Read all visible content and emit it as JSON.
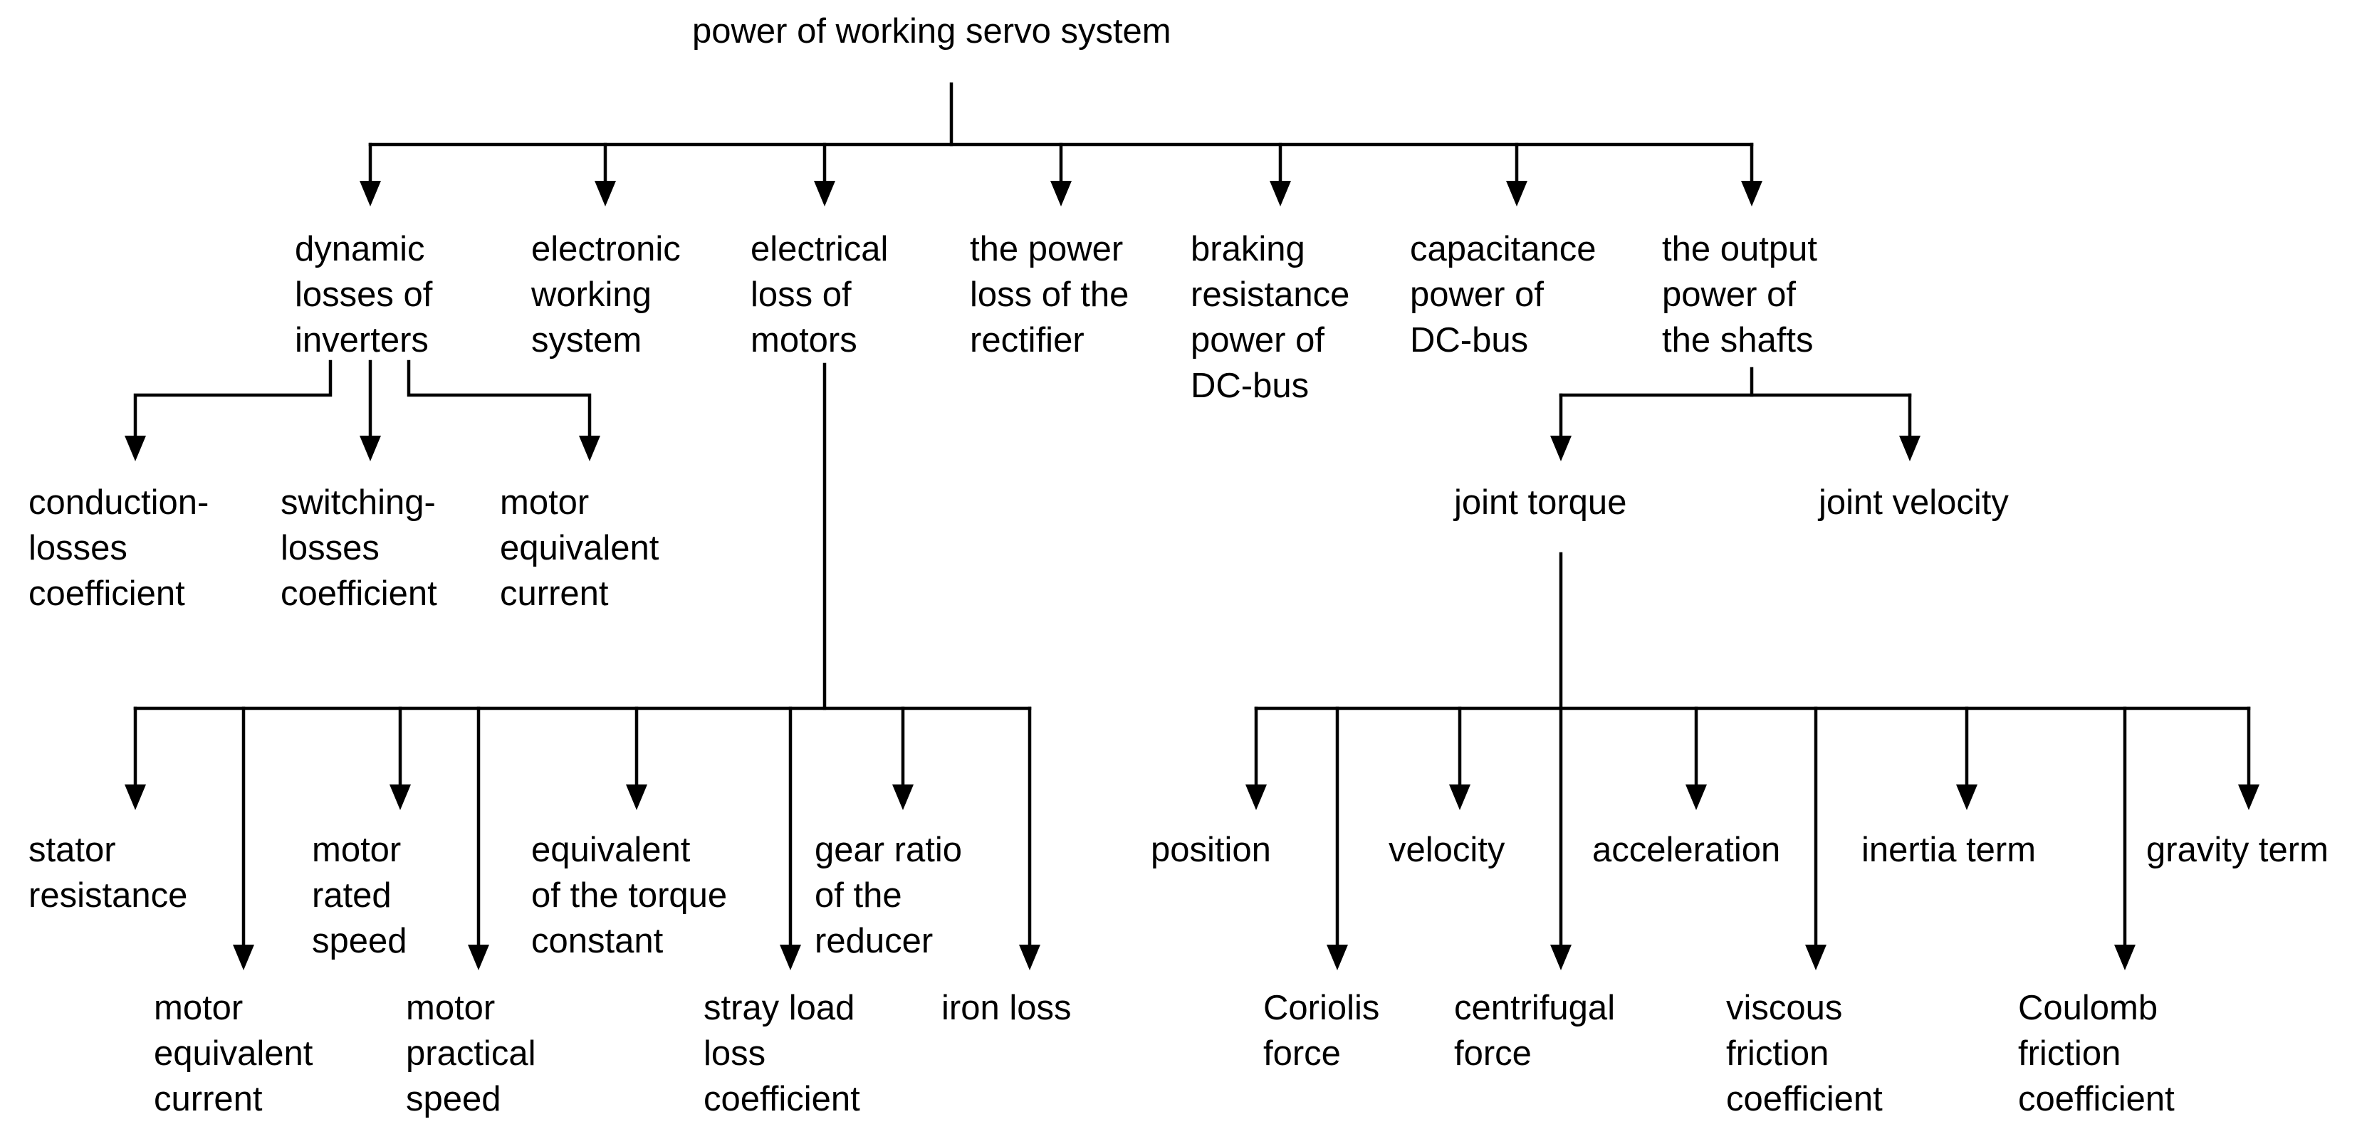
{
  "nodes": {
    "root": [
      "power of working servo system"
    ],
    "dynamic_losses": [
      "dynamic",
      "losses of",
      "inverters"
    ],
    "electronic_working": [
      "electronic",
      "working",
      "system"
    ],
    "electrical_loss": [
      "electrical",
      "loss of",
      "motors"
    ],
    "rectifier_loss": [
      "the power",
      "loss of the",
      "rectifier"
    ],
    "braking_resistance": [
      "braking",
      "resistance",
      "power of",
      "DC-bus"
    ],
    "capacitance_power": [
      "capacitance",
      "power of",
      "DC-bus"
    ],
    "output_power": [
      "the output",
      "power of",
      "the shafts"
    ],
    "conduction_losses": [
      "conduction-",
      "losses",
      "coefficient"
    ],
    "switching_losses": [
      "switching-",
      "losses",
      "coefficient"
    ],
    "motor_equiv_current_top": [
      "motor",
      "equivalent",
      "current"
    ],
    "joint_torque": [
      "joint torque"
    ],
    "joint_velocity": [
      "joint velocity"
    ],
    "stator_resistance": [
      "stator",
      "resistance"
    ],
    "motor_equiv_current": [
      "motor",
      "equivalent",
      "current"
    ],
    "motor_rated_speed": [
      "motor",
      "rated",
      "speed"
    ],
    "motor_practical_speed": [
      "motor",
      "practical",
      "speed"
    ],
    "torque_constant": [
      "equivalent",
      "of the torque",
      "constant"
    ],
    "stray_load": [
      "stray load",
      "loss",
      "coefficient"
    ],
    "gear_ratio": [
      "gear ratio",
      "of the",
      "reducer"
    ],
    "iron_loss": [
      "iron loss"
    ],
    "position": [
      "position"
    ],
    "coriolis": [
      "Coriolis",
      "force"
    ],
    "velocity": [
      "velocity"
    ],
    "centrifugal": [
      "centrifugal",
      "force"
    ],
    "acceleration": [
      "acceleration"
    ],
    "viscous_friction": [
      "viscous",
      "friction",
      "coefficient"
    ],
    "inertia_term": [
      "inertia term"
    ],
    "coulomb_friction": [
      "Coulomb",
      "friction",
      "coefficient"
    ],
    "gravity_term": [
      "gravity term"
    ]
  }
}
